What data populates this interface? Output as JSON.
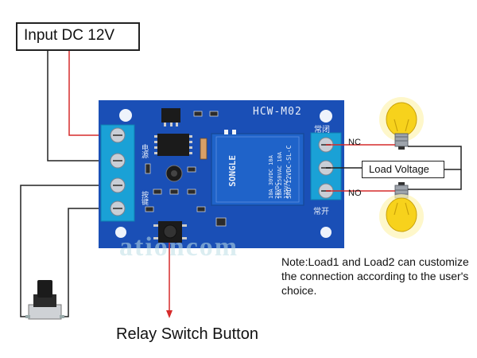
{
  "input_label": "Input DC 12V",
  "board_label": "HCW-M02",
  "nc_label": "NC",
  "no_label": "NO",
  "load_label": "Load Voltage",
  "board_cn_closed": "常闭",
  "board_cn_open": "常开",
  "board_cn_power": "电源",
  "board_cn_button": "按键",
  "relay_text": {
    "line1": "SRD-12VDC-SL-C",
    "line2": "10A 250VAC 10A 125VAC",
    "line3": "10A 30VDC 10A 28VDC",
    "brand": "SONGLE"
  },
  "note": "Note:Load1 and Load2 can customize the connection according to the user's choice.",
  "relay_button_label": "Relay Switch Button",
  "watermark": "ationcom",
  "colors": {
    "pcb": "#1a4fb6",
    "terminal": "#1aa1d6",
    "relay": "#1f63c9",
    "wire_red": "#d62b2b",
    "wire_black": "#222222",
    "bulb": "#f7d21c"
  }
}
